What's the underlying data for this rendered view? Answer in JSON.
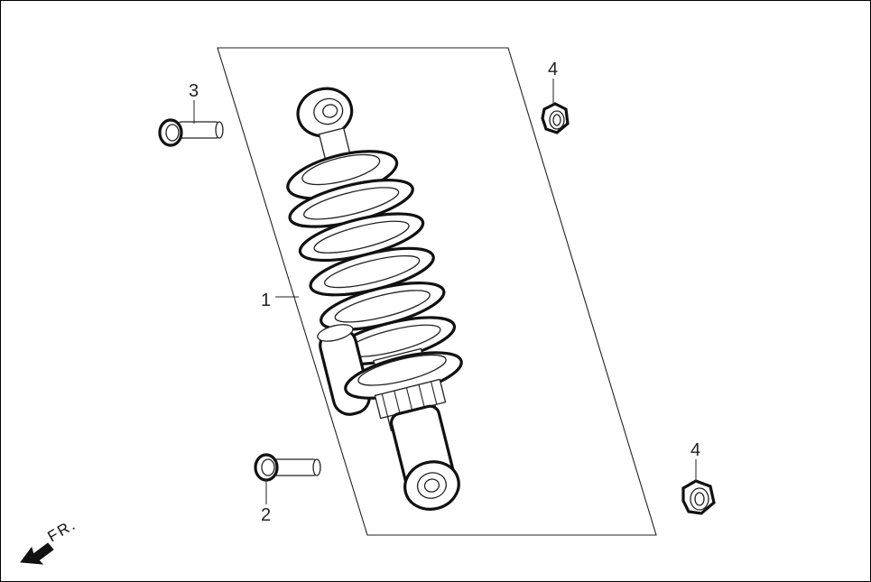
{
  "callouts": {
    "shock_absorber": "1",
    "lower_bolt": "2",
    "upper_bolt": "3",
    "upper_nut": "4",
    "lower_nut": "4"
  },
  "direction": {
    "label": "FR."
  },
  "colors": {
    "line": "#222222",
    "background": "#ffffff"
  }
}
